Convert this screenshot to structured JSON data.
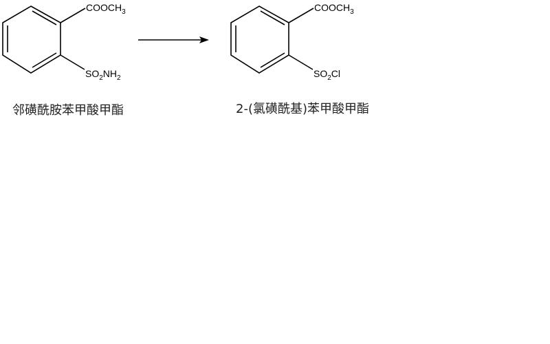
{
  "reactant": {
    "substituent_top": {
      "main": "COOCH",
      "sub": "3"
    },
    "substituent_bottom": {
      "a": "SO",
      "sub1": "2",
      "b": "NH",
      "sub2": "2"
    },
    "name": "邻磺酰胺苯甲酸甲酯"
  },
  "product": {
    "substituent_top": {
      "main": "COOCH",
      "sub": "3"
    },
    "substituent_bottom": {
      "a": "SO",
      "sub1": "2",
      "b": "Cl"
    },
    "name": "2-(氯磺酰基)苯甲酸甲酯"
  }
}
